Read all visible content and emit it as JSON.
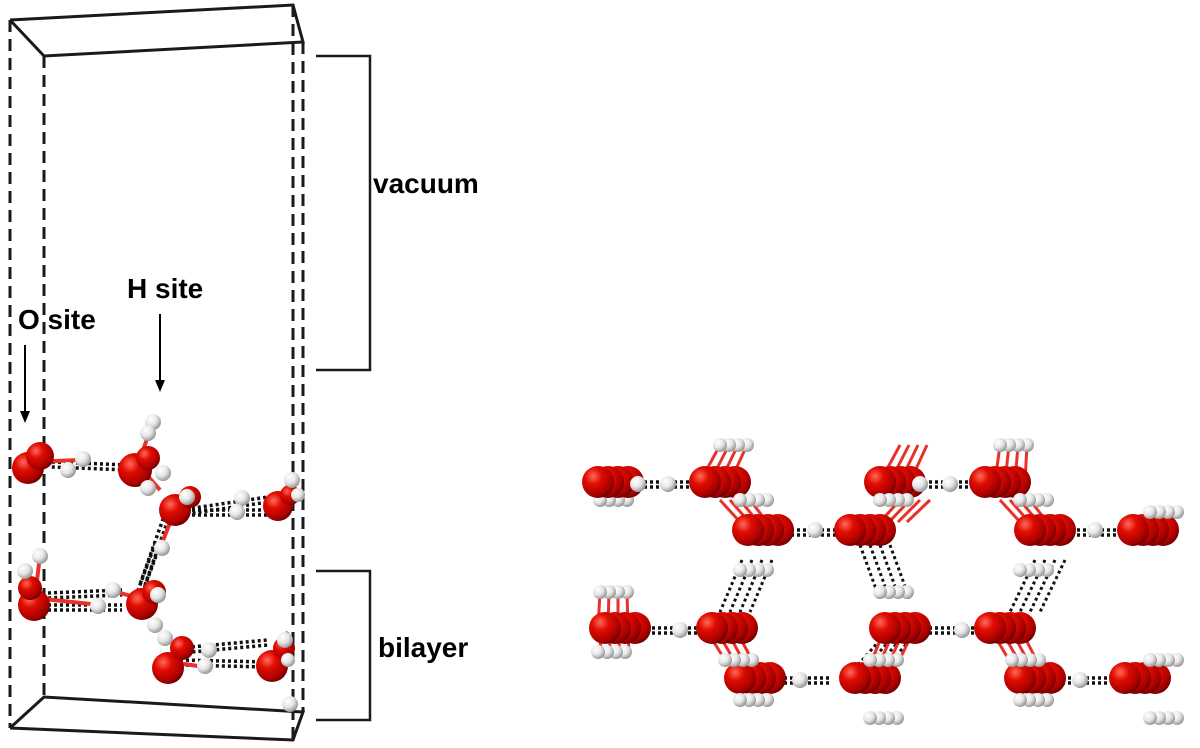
{
  "labels": {
    "vacuum": "vacuum",
    "h_site": "H site",
    "o_site": "O site",
    "bilayer": "bilayer"
  },
  "colors": {
    "oxygen": "#d40000",
    "oxygen_dark": "#6e0000",
    "hydrogen": "#f2f2f2",
    "hydrogen_shade": "#9a9a9a",
    "cell_edge": "#1a1a1a",
    "covalent_bond": "#e8312a",
    "hydrogen_bond": "#111111"
  },
  "panels": [
    {
      "name": "side-view-unit-cell",
      "shows": "unit cell of ice bilayer surface with vacuum region"
    },
    {
      "name": "periodic-bilayer-view",
      "shows": "repeated ice bilayer slab"
    }
  ]
}
